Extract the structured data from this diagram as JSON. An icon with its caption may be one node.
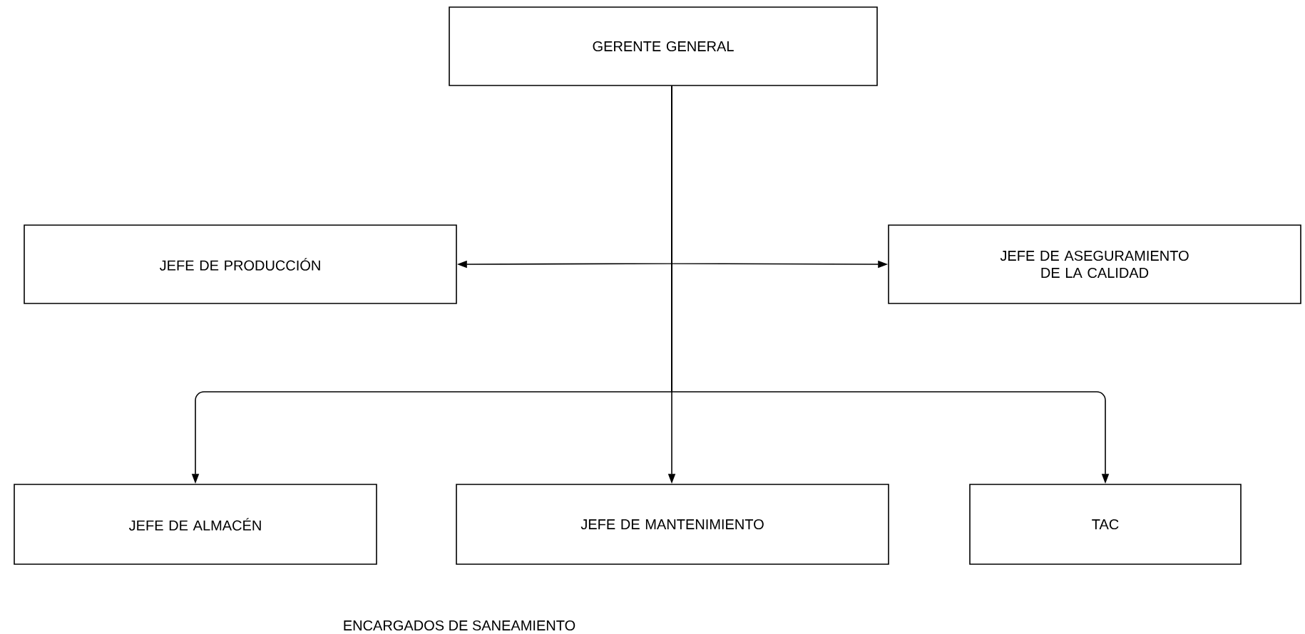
{
  "diagram": {
    "nodes": [
      {
        "text": [
          "GERENTE GENERAL"
        ]
      },
      {
        "text": [
          "JEFE DE PRODUCCIÓN"
        ]
      },
      {
        "text": [
          "JEFE DE ASEGURAMIENTO DE LA CALIDAD"
        ]
      },
      {
        "text": [
          "JEFE DE ALMACÉN"
        ]
      },
      {
        "text": [
          "JEFE DE MANTENIMIENTO"
        ]
      },
      {
        "text": [
          "TAC"
        ]
      }
    ],
    "edges": [
      {
        "from": 0,
        "to": 1,
        "arrow": "to"
      },
      {
        "from": 0,
        "to": 2,
        "arrow": "to"
      },
      {
        "from": 0,
        "to": 3,
        "arrow": "to"
      },
      {
        "from": 0,
        "to": 4,
        "arrow": "to"
      },
      {
        "from": 0,
        "to": 5,
        "arrow": "to"
      }
    ],
    "labels": [
      "ENCARGADOS DE SANEAMIENTO"
    ]
  }
}
